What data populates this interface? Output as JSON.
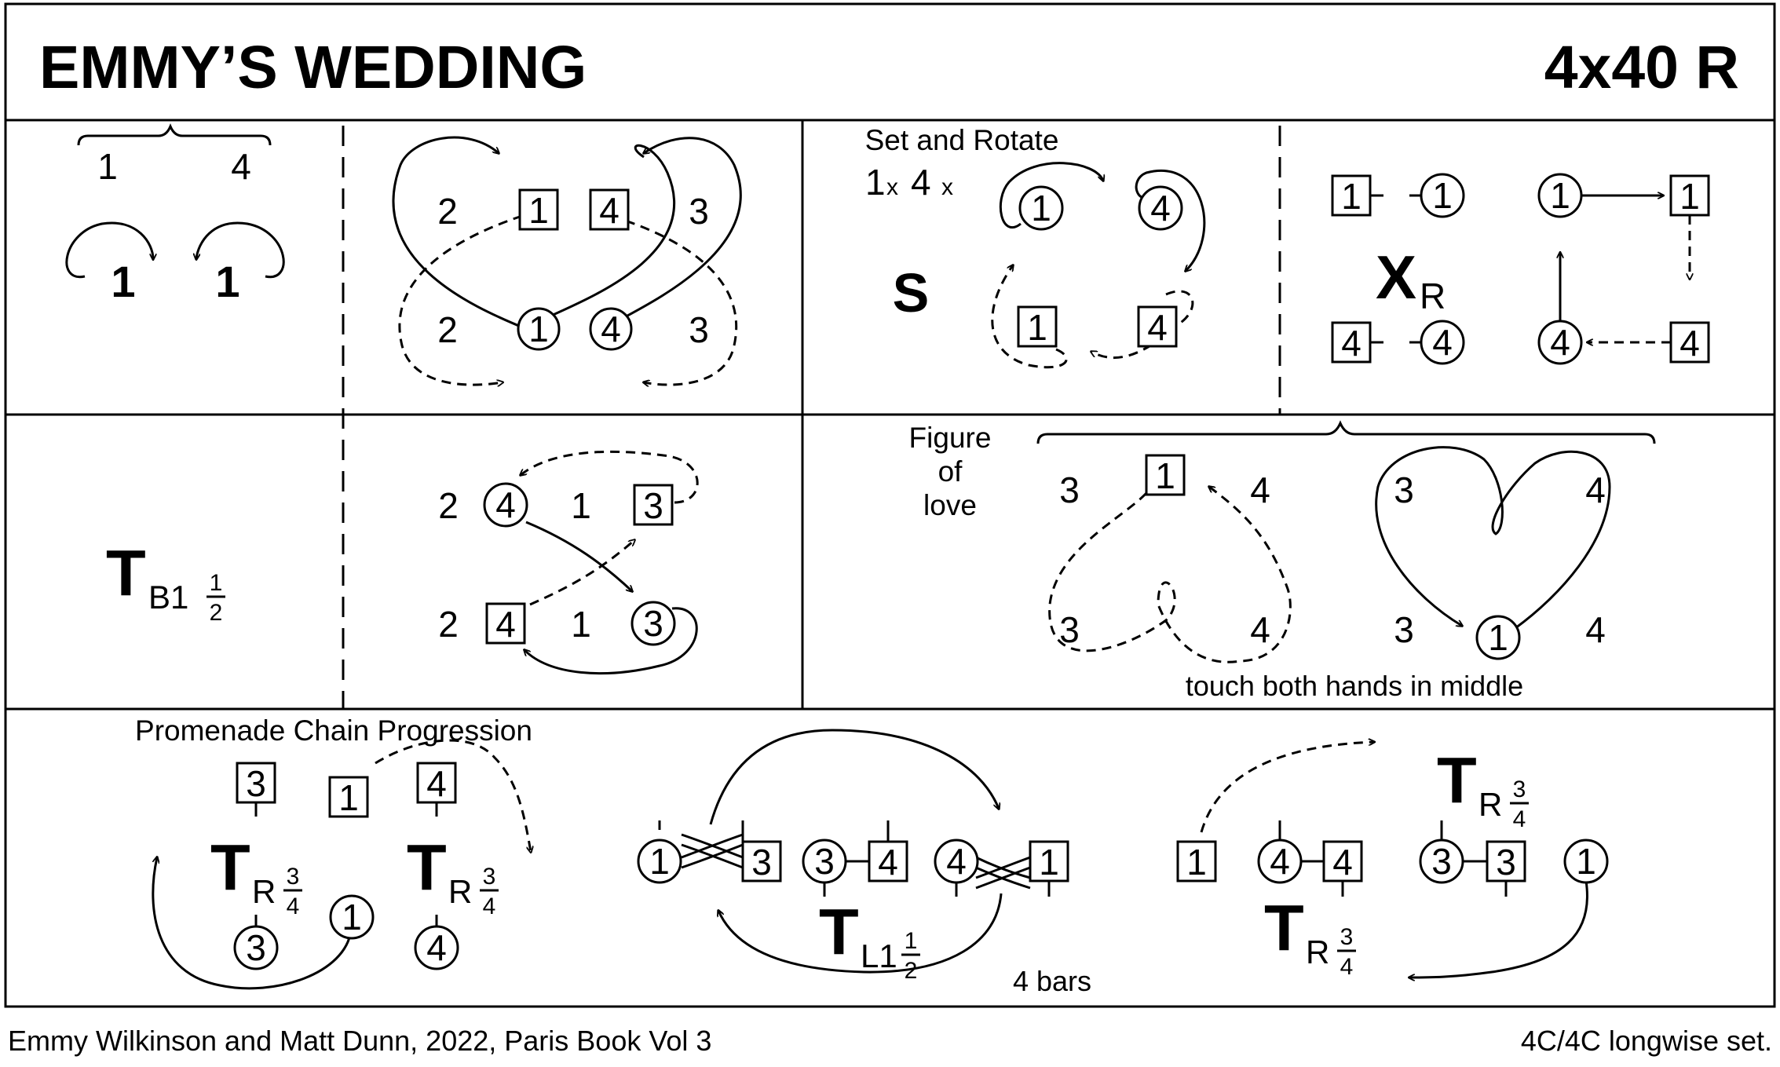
{
  "title": "EMMY’S WEDDING",
  "formation": "4x40 R",
  "footer": {
    "credit": "Emmy Wilkinson and Matt Dunn, 2022, Paris Book Vol 3",
    "set": "4C/4C longwise set."
  },
  "row1": {
    "bracket_labels": [
      "1",
      "4"
    ],
    "turn_labels": [
      "1",
      "1"
    ],
    "figure8": {
      "top": [
        "2",
        "1",
        "4",
        "3"
      ],
      "bottom": [
        "2",
        "1",
        "4",
        "3"
      ]
    },
    "set_rotate": {
      "caption": "Set and Rotate",
      "who_1": "1",
      "who_4": "4",
      "x": "x",
      "symbol": "S",
      "nodes": [
        "1",
        "4",
        "1",
        "4"
      ]
    },
    "cross": {
      "symbol": "X",
      "sub": "R",
      "left": [
        "1",
        "1",
        "4",
        "4"
      ],
      "right": [
        "1",
        "1",
        "4",
        "4"
      ]
    }
  },
  "row2": {
    "turn": {
      "symbol": "T",
      "sub": "B1",
      "num": "1",
      "den": "2"
    },
    "positions": {
      "top": [
        "2",
        "4",
        "1",
        "3"
      ],
      "bottom": [
        "2",
        "4",
        "1",
        "3"
      ]
    },
    "fig_love": {
      "caption_lines": [
        "Figure",
        "of",
        "love"
      ],
      "left": [
        "3",
        "1",
        "4",
        "3",
        "4"
      ],
      "right": [
        "3",
        "4",
        "3",
        "1",
        "4"
      ],
      "note": "touch both hands in middle"
    }
  },
  "row3": {
    "caption": "Promenade Chain Progression",
    "p1": {
      "boxes": [
        "3",
        "1",
        "4"
      ],
      "circles": [
        "3",
        "1",
        "4"
      ],
      "turn": {
        "symbol": "T",
        "sub": "R",
        "num": "3",
        "den": "4"
      }
    },
    "p2": {
      "nodes": [
        "1",
        "3",
        "3",
        "4",
        "4",
        "1"
      ],
      "turn": {
        "symbol": "T",
        "sub": "L1",
        "num": "1",
        "den": "2"
      },
      "bars": "4 bars"
    },
    "p3": {
      "nodes": [
        "1",
        "4",
        "4",
        "3",
        "3",
        "1"
      ],
      "turn": {
        "symbol": "T",
        "sub": "R",
        "num": "3",
        "den": "4"
      }
    }
  }
}
